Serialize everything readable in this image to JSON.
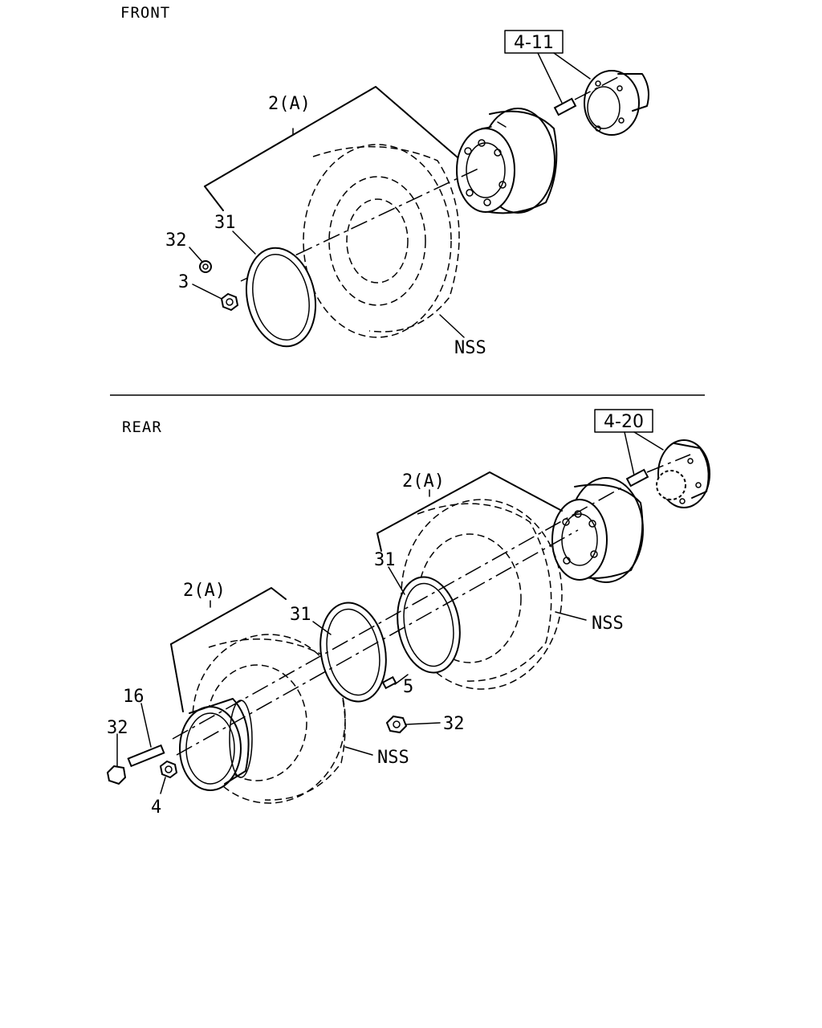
{
  "sections": {
    "front": {
      "title": "FRONT",
      "ref_box": "4-11",
      "labels": {
        "assembly": "2(A)",
        "rim": "31",
        "cap": "32",
        "nut": "3",
        "tire": "NSS"
      }
    },
    "rear": {
      "title": "REAR",
      "ref_box": "4-20",
      "labels": {
        "outer_assembly": "2(A)",
        "inner_assembly": "2(A)",
        "inner_rim": "31",
        "outer_rim": "31",
        "valve": "5",
        "inner_tire": "NSS",
        "outer_tire": "NSS",
        "cap_right": "32",
        "stud": "16",
        "cap_left": "32",
        "nut": "4"
      }
    }
  }
}
